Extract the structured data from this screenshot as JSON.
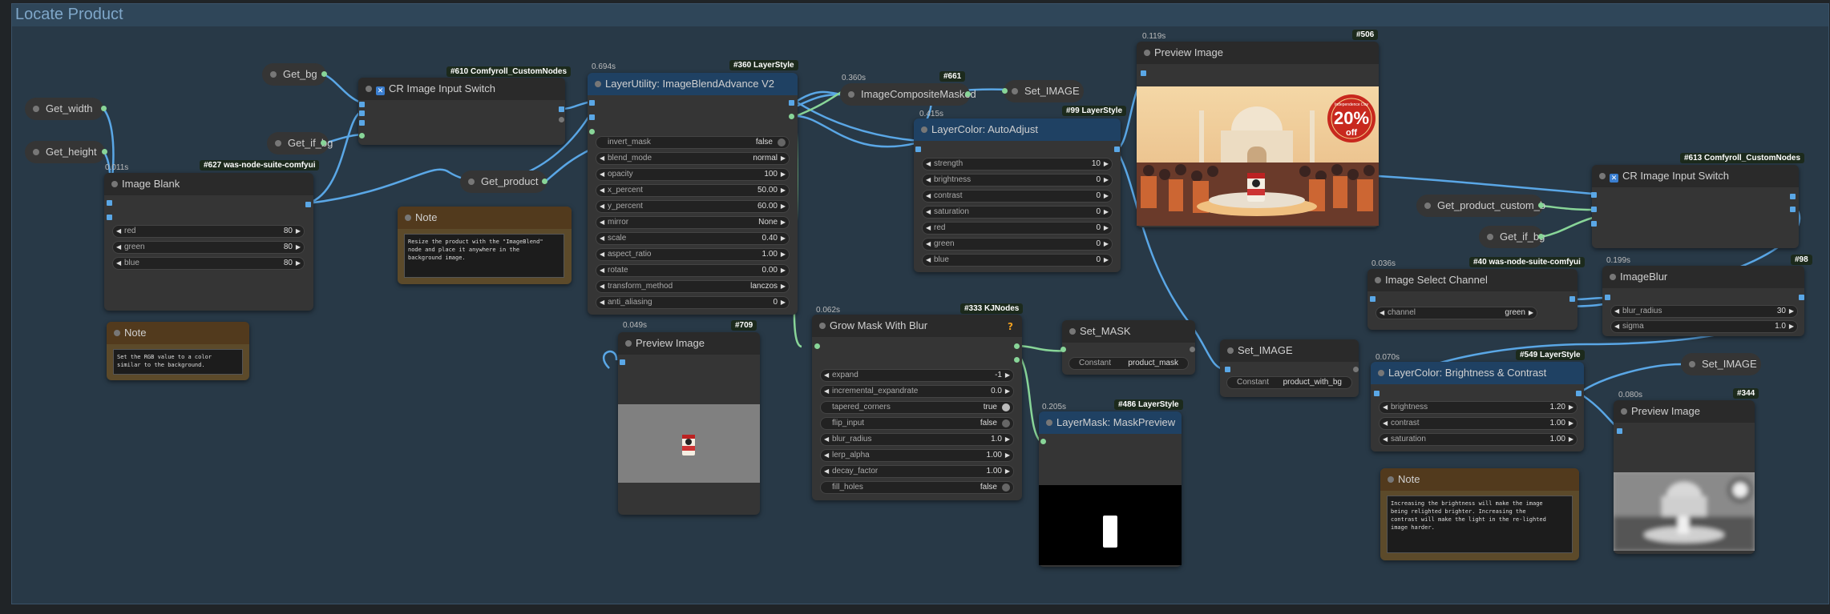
{
  "group": {
    "title": "Locate Product"
  },
  "getters": {
    "get_width": "Get_width",
    "get_height": "Get_height",
    "get_bg": "Get_bg",
    "get_if_bg_1": "Get_if_bg",
    "get_product": "Get_product",
    "get_product_custom_b": "Get_product_custom_b",
    "get_if_bg_2": "Get_if_bg",
    "image_composite_masked": "ImageCompositeMasked",
    "set_image_1": "Set_IMAGE"
  },
  "image_blank": {
    "time": "0.011s",
    "badge": "#627 was-node-suite-comfyui",
    "title": "Image Blank",
    "widgets": [
      {
        "label": "red",
        "value": "80"
      },
      {
        "label": "green",
        "value": "80"
      },
      {
        "label": "blue",
        "value": "80"
      }
    ]
  },
  "note_rgb": {
    "title": "Note",
    "text": "Set the RGB value to a color\nsimilar to the background."
  },
  "cr_switch_1": {
    "badge": "#610 Comfyroll_CustomNodes",
    "title": "CR Image Input Switch",
    "check": "✕"
  },
  "note_resize": {
    "title": "Note",
    "text": "Resize the product with the \"ImageBlend\"\nnode and place it anywhere in the\nbackground image."
  },
  "blend": {
    "time": "0.694s",
    "badge": "#360 LayerStyle",
    "title": "LayerUtility: ImageBlendAdvance V2",
    "widgets": [
      {
        "label": "invert_mask",
        "value": "false",
        "type": "toggle"
      },
      {
        "label": "blend_mode",
        "value": "normal",
        "type": "combo"
      },
      {
        "label": "opacity",
        "value": "100",
        "type": "num"
      },
      {
        "label": "x_percent",
        "value": "50.00",
        "type": "num"
      },
      {
        "label": "y_percent",
        "value": "60.00",
        "type": "num"
      },
      {
        "label": "mirror",
        "value": "None",
        "type": "combo"
      },
      {
        "label": "scale",
        "value": "0.40",
        "type": "num"
      },
      {
        "label": "aspect_ratio",
        "value": "1.00",
        "type": "num"
      },
      {
        "label": "rotate",
        "value": "0.00",
        "type": "num"
      },
      {
        "label": "transform_method",
        "value": "lanczos",
        "type": "combo"
      },
      {
        "label": "anti_aliasing",
        "value": "0",
        "type": "num"
      }
    ]
  },
  "preview_709": {
    "time": "0.049s",
    "badge": "#709",
    "title": "Preview Image"
  },
  "composite": {
    "time": "0.360s",
    "badge": "#661"
  },
  "autoadjust": {
    "time": "0.415s",
    "badge": "#99 LayerStyle",
    "title": "LayerColor: AutoAdjust",
    "widgets": [
      {
        "label": "strength",
        "value": "10"
      },
      {
        "label": "brightness",
        "value": "0"
      },
      {
        "label": "contrast",
        "value": "0"
      },
      {
        "label": "saturation",
        "value": "0"
      },
      {
        "label": "red",
        "value": "0"
      },
      {
        "label": "green",
        "value": "0"
      },
      {
        "label": "blue",
        "value": "0"
      }
    ]
  },
  "grow_mask": {
    "time": "0.062s",
    "badge": "#333 KJNodes",
    "title": "Grow Mask With Blur",
    "warn": "?",
    "widgets": [
      {
        "label": "expand",
        "value": "-1",
        "type": "num"
      },
      {
        "label": "incremental_expandrate",
        "value": "0.0",
        "type": "num"
      },
      {
        "label": "tapered_corners",
        "value": "true",
        "type": "toggle"
      },
      {
        "label": "flip_input",
        "value": "false",
        "type": "toggle"
      },
      {
        "label": "blur_radius",
        "value": "1.0",
        "type": "num"
      },
      {
        "label": "lerp_alpha",
        "value": "1.00",
        "type": "num"
      },
      {
        "label": "decay_factor",
        "value": "1.00",
        "type": "num"
      },
      {
        "label": "fill_holes",
        "value": "false",
        "type": "toggle"
      }
    ]
  },
  "set_mask": {
    "title": "Set_MASK",
    "const_label": "Constant",
    "const_value": "product_mask"
  },
  "mask_preview": {
    "time": "0.205s",
    "badge": "#486 LayerStyle",
    "title": "LayerMask: MaskPreview"
  },
  "preview_506": {
    "time": "0.119s",
    "badge": "#506",
    "title": "Preview Image",
    "promo_top": "Independence Day",
    "promo_big": "20%",
    "promo_off": "off"
  },
  "set_image_2": {
    "title": "Set_IMAGE",
    "const_label": "Constant",
    "const_value": "product_with_bg"
  },
  "cr_switch_2": {
    "badge": "#613 Comfyroll_CustomNodes",
    "title": "CR Image Input Switch",
    "check": "✕"
  },
  "select_channel": {
    "time": "0.036s",
    "badge": "#40 was-node-suite-comfyui",
    "title": "Image Select Channel",
    "widgets": [
      {
        "label": "channel",
        "value": "green"
      }
    ]
  },
  "imageblur": {
    "time": "0.199s",
    "badge": "#98",
    "title": "ImageBlur",
    "widgets": [
      {
        "label": "blur_radius",
        "value": "30"
      },
      {
        "label": "sigma",
        "value": "1.0"
      }
    ]
  },
  "brightness": {
    "time": "0.070s",
    "badge": "#549 LayerStyle",
    "title": "LayerColor: Brightness & Contrast",
    "widgets": [
      {
        "label": "brightness",
        "value": "1.20"
      },
      {
        "label": "contrast",
        "value": "1.00"
      },
      {
        "label": "saturation",
        "value": "1.00"
      }
    ]
  },
  "set_image_3": {
    "title": "Set_IMAGE"
  },
  "preview_344": {
    "time": "0.080s",
    "badge": "#344",
    "title": "Preview Image"
  },
  "note_brightness": {
    "title": "Note",
    "text": "Increasing the brightness will make the image\nbeing relighted brighter. Increasing the\ncontrast will make the light in the re-lighted\nimage harder."
  },
  "colors": {
    "wire_image": "#5aa7e6",
    "wire_mask": "#88d598",
    "group_bg": "#283947"
  }
}
